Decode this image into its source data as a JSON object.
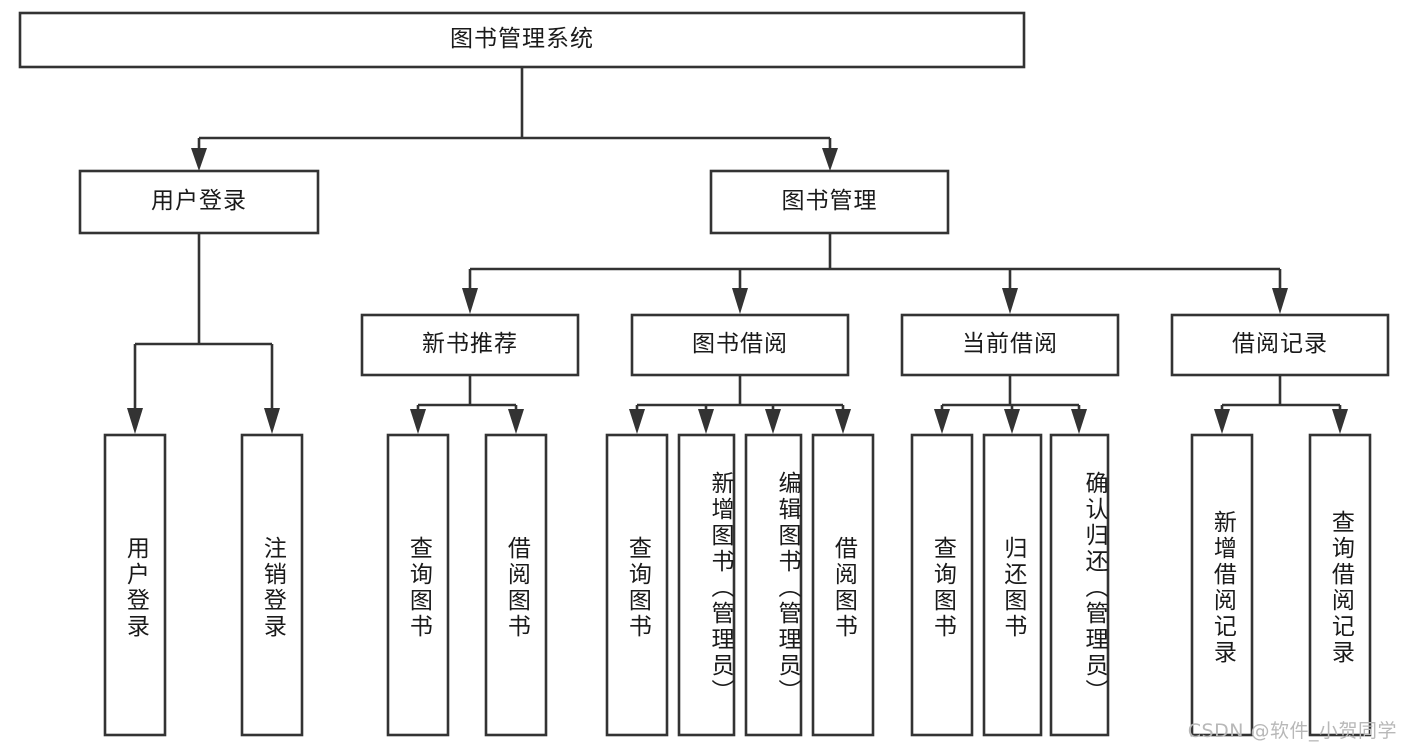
{
  "diagram": {
    "title": "图书管理系统",
    "type": "hierarchy-tree",
    "root": {
      "id": "root",
      "label": "图书管理系统",
      "orientation": "horizontal"
    },
    "level2": [
      {
        "id": "user-login",
        "label": "用户登录",
        "orientation": "horizontal"
      },
      {
        "id": "book-management",
        "label": "图书管理",
        "orientation": "horizontal"
      }
    ],
    "level3": [
      {
        "id": "new-book-recommend",
        "label": "新书推荐",
        "orientation": "horizontal",
        "parent": "book-management"
      },
      {
        "id": "book-borrow",
        "label": "图书借阅",
        "orientation": "horizontal",
        "parent": "book-management"
      },
      {
        "id": "current-borrow",
        "label": "当前借阅",
        "orientation": "horizontal",
        "parent": "book-management"
      },
      {
        "id": "borrow-record",
        "label": "借阅记录",
        "orientation": "horizontal",
        "parent": "book-management"
      }
    ],
    "leaves": [
      {
        "id": "leaf-user-login",
        "label": "用户登录",
        "orientation": "vertical",
        "parent": "user-login"
      },
      {
        "id": "leaf-logout-login",
        "label": "注销登录",
        "orientation": "vertical",
        "parent": "user-login"
      },
      {
        "id": "leaf-query-book-1",
        "label": "查询图书",
        "orientation": "vertical",
        "parent": "new-book-recommend"
      },
      {
        "id": "leaf-borrow-book-1",
        "label": "借阅图书",
        "orientation": "vertical",
        "parent": "new-book-recommend"
      },
      {
        "id": "leaf-query-book-2",
        "label": "查询图书",
        "orientation": "vertical",
        "parent": "book-borrow"
      },
      {
        "id": "leaf-add-book-admin",
        "label": "新增图书（管理员）",
        "orientation": "vertical",
        "parent": "book-borrow"
      },
      {
        "id": "leaf-edit-book-admin",
        "label": "编辑图书（管理员）",
        "orientation": "vertical",
        "parent": "book-borrow"
      },
      {
        "id": "leaf-borrow-book-2",
        "label": "借阅图书",
        "orientation": "vertical",
        "parent": "book-borrow"
      },
      {
        "id": "leaf-query-book-3",
        "label": "查询图书",
        "orientation": "vertical",
        "parent": "current-borrow"
      },
      {
        "id": "leaf-return-book",
        "label": "归还图书",
        "orientation": "vertical",
        "parent": "current-borrow"
      },
      {
        "id": "leaf-confirm-return-admin",
        "label": "确认归还（管理员）",
        "orientation": "vertical",
        "parent": "current-borrow"
      },
      {
        "id": "leaf-add-borrow-record",
        "label": "新增借阅记录",
        "orientation": "vertical",
        "parent": "borrow-record"
      },
      {
        "id": "leaf-query-borrow-record",
        "label": "查询借阅记录",
        "orientation": "vertical",
        "parent": "borrow-record"
      }
    ],
    "colors": {
      "stroke": "#333333",
      "fill": "#ffffff",
      "text": "#1a1a1a",
      "watermark": "#b8b8b8"
    }
  },
  "watermark": {
    "text": "CSDN @软件_小贺同学"
  }
}
